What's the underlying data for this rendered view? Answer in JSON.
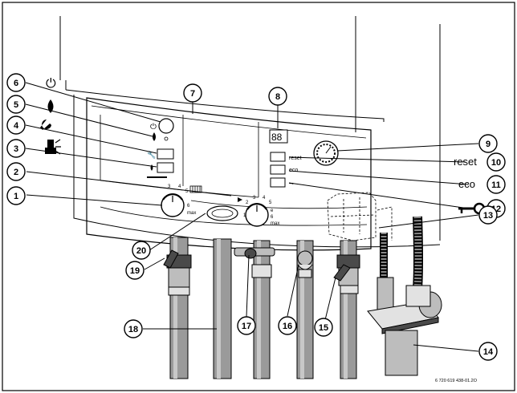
{
  "callouts": [
    {
      "id": "1",
      "text": "1"
    },
    {
      "id": "2",
      "text": "2"
    },
    {
      "id": "3",
      "text": "3"
    },
    {
      "id": "4",
      "text": "4"
    },
    {
      "id": "5",
      "text": "5"
    },
    {
      "id": "6",
      "text": "6"
    },
    {
      "id": "7",
      "text": "7"
    },
    {
      "id": "8",
      "text": "8"
    },
    {
      "id": "9",
      "text": "9"
    },
    {
      "id": "10",
      "text": "10"
    },
    {
      "id": "11",
      "text": "11"
    },
    {
      "id": "12",
      "text": "12"
    },
    {
      "id": "13",
      "text": "13"
    },
    {
      "id": "14",
      "text": "14"
    },
    {
      "id": "15",
      "text": "15"
    },
    {
      "id": "16",
      "text": "16"
    },
    {
      "id": "17",
      "text": "17"
    },
    {
      "id": "18",
      "text": "18"
    },
    {
      "id": "19",
      "text": "19"
    },
    {
      "id": "20",
      "text": "20"
    }
  ],
  "labels": {
    "reset": "reset",
    "eco": "eco"
  },
  "panel": {
    "display_digits": "88",
    "button_reset": "reset",
    "button_eco": "eco",
    "dial_left_marks": [
      "3",
      "4",
      "5",
      "6",
      "max"
    ],
    "dial_right_marks": [
      "1",
      "2",
      "3",
      "4",
      "5",
      "6",
      "e",
      "max"
    ]
  },
  "figure_code": "6 720 619 438-01.2O"
}
